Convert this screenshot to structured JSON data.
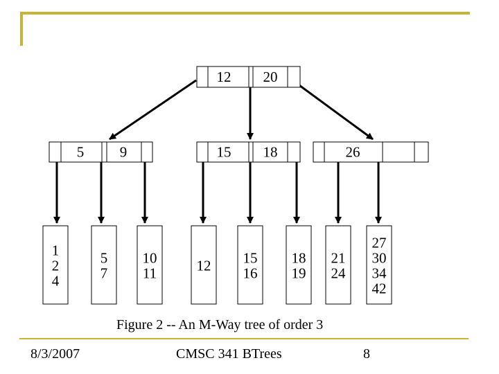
{
  "colors": {
    "accent": "#c8b432",
    "line": "#000000",
    "background": "#ffffff"
  },
  "caption": "Figure 2 -- An M-Way tree of order 3",
  "footer": {
    "date": "8/3/2007",
    "title": "CMSC 341 BTrees",
    "page": "8"
  },
  "tree": {
    "root": {
      "keys": [
        "12",
        "20"
      ]
    },
    "internal": [
      {
        "keys": [
          "5",
          "9"
        ]
      },
      {
        "keys": [
          "15",
          "18"
        ]
      },
      {
        "keys": [
          "26",
          ""
        ]
      }
    ],
    "leaves": [
      {
        "values": [
          "1",
          "2",
          "4"
        ]
      },
      {
        "values": [
          "5",
          "7"
        ]
      },
      {
        "values": [
          "10",
          "11"
        ]
      },
      {
        "values": [
          "12"
        ]
      },
      {
        "values": [
          "15",
          "16"
        ]
      },
      {
        "values": [
          "18",
          "19"
        ]
      },
      {
        "values": [
          "21",
          "24"
        ]
      },
      {
        "values": [
          "27",
          "30",
          "34",
          "42"
        ]
      }
    ]
  }
}
